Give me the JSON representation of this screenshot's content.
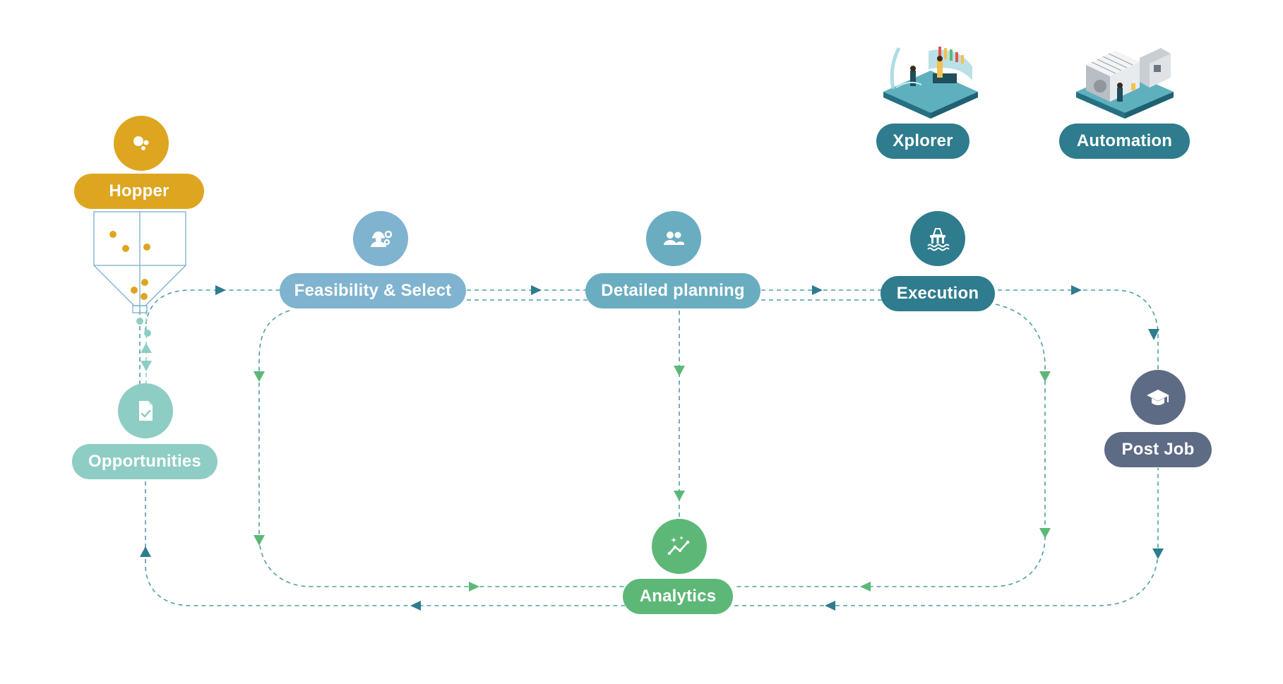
{
  "nodes": {
    "hopper": {
      "label": "Hopper",
      "icon": "hopper-dots-icon",
      "color": "#DDA520"
    },
    "feasibility": {
      "label": "Feasibility & Select",
      "icon": "engineer-gears-icon",
      "color": "#7FB3CF"
    },
    "detailed_planning": {
      "label": "Detailed planning",
      "icon": "team-people-icon",
      "color": "#6AADC0"
    },
    "execution": {
      "label": "Execution",
      "icon": "offshore-rig-icon",
      "color": "#2E7C8E"
    },
    "post_job": {
      "label": "Post Job",
      "icon": "graduation-cap-icon",
      "color": "#5E6B85"
    },
    "analytics": {
      "label": "Analytics",
      "icon": "analytics-sparkle-icon",
      "color": "#5DB878"
    },
    "opportunities": {
      "label": "Opportunities",
      "icon": "document-check-icon",
      "color": "#8ECDC4"
    },
    "xplorer": {
      "label": "Xplorer",
      "icon": "control-room-illustration",
      "color": "#2E7C8E"
    },
    "automation": {
      "label": "Automation",
      "icon": "factory-machine-illustration",
      "color": "#2E7C8E"
    }
  },
  "colors": {
    "teal_dark": "#2E7C8E",
    "teal_line": "#4F9DA6",
    "green_arrow": "#5DB878",
    "hopper_gold": "#DDA520",
    "opportunities_mint": "#8ECDC4"
  }
}
